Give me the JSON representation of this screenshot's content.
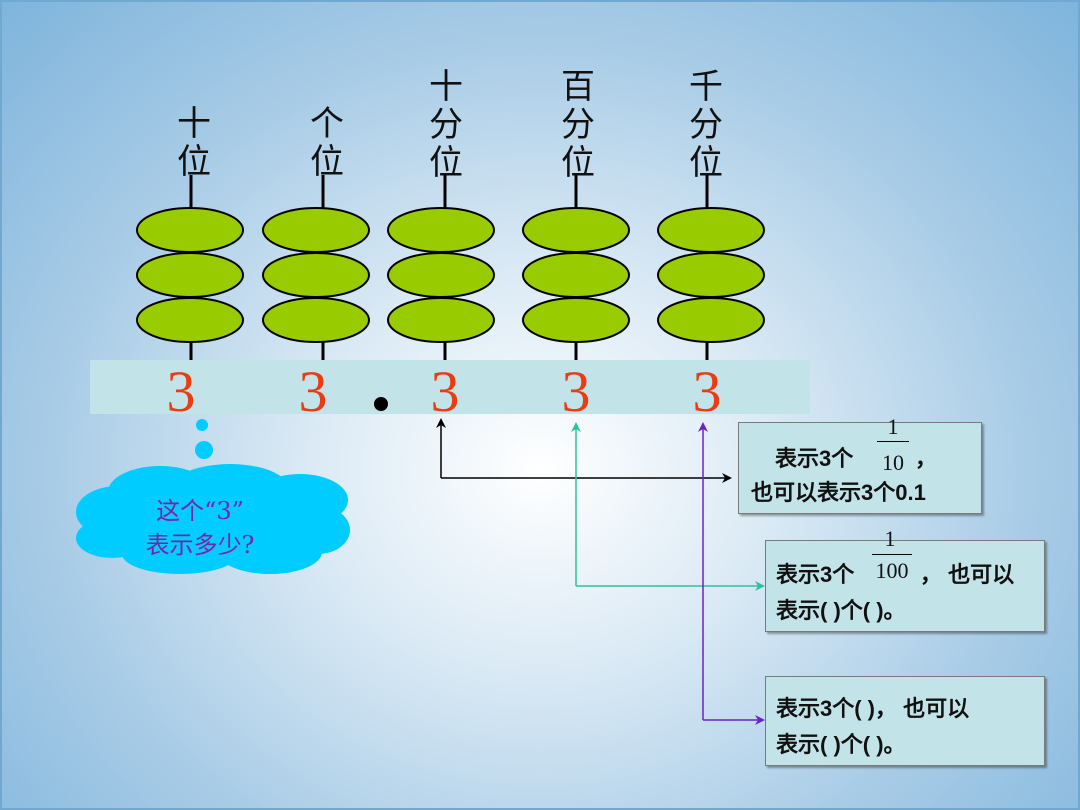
{
  "place_values": [
    {
      "label_chars": [
        "十",
        "位"
      ],
      "digit": "3"
    },
    {
      "label_chars": [
        "个",
        "位"
      ],
      "digit": "3"
    },
    {
      "label_chars": [
        "十",
        "分",
        "位"
      ],
      "digit": "3"
    },
    {
      "label_chars": [
        "百",
        "分",
        "位"
      ],
      "digit": "3"
    },
    {
      "label_chars": [
        "千",
        "分",
        "位"
      ],
      "digit": "3"
    }
  ],
  "beads_per_rod": 3,
  "bead_color": "#99cc00",
  "digit_color": "#ea3b12",
  "thought_bubble": {
    "line1": "这个“3”",
    "line2": "表示多少?",
    "color": "#00ccff",
    "text_color": "#7d22a6"
  },
  "boxes": [
    {
      "line1_prefix": "表示3个",
      "fraction": {
        "numerator": "1",
        "denominator": "10"
      },
      "line1_suffix": "，",
      "line2": "也可以表示3个0.1",
      "arrow_color": "#000000"
    },
    {
      "line1_prefix": "表示3个",
      "fraction": {
        "numerator": "1",
        "denominator": "100"
      },
      "line1_suffix": "，  也可以",
      "line2": "表示(    )个(     )。",
      "arrow_color": "#2cc29e"
    },
    {
      "line1": "表示3个(     )，  也可以",
      "line2": "表示(     )个(      )。",
      "arrow_color": "#6a22c8"
    }
  ]
}
